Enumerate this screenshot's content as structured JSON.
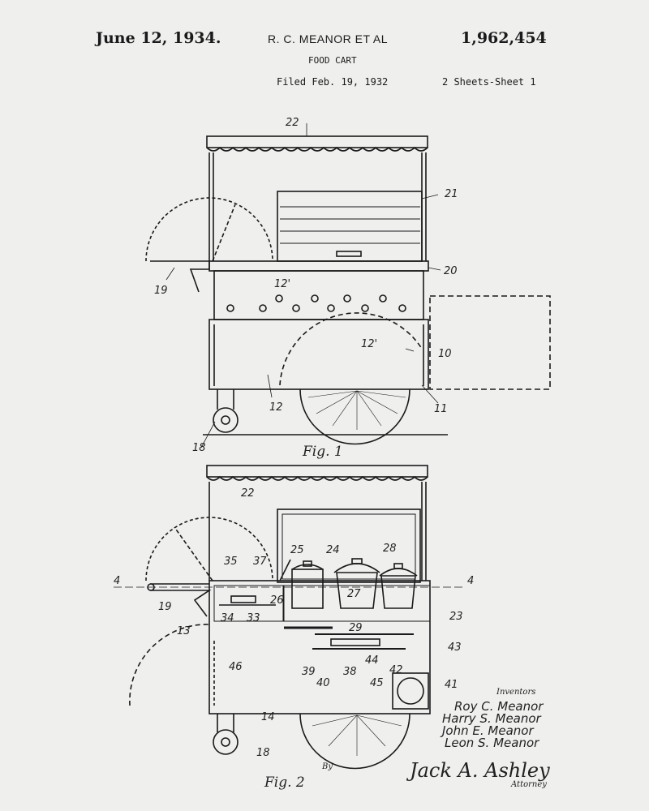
{
  "header": {
    "date": "June 12, 1934.",
    "patentee": "R. C. MEANOR ET AL",
    "patent_number": "1,962,454",
    "title": "FOOD CART",
    "filed": "Filed Feb. 19, 1932",
    "sheets": "2 Sheets-Sheet 1"
  },
  "fig1": {
    "caption": "Fig. 1",
    "labels": {
      "l22": "22",
      "l21": "21",
      "l20": "20",
      "l19": "19",
      "l12p_a": "12'",
      "l12p_b": "12'",
      "l10": "10",
      "l12": "12",
      "l11": "11",
      "l18": "18"
    }
  },
  "fig2": {
    "caption": "Fig. 2",
    "labels": {
      "l22": "22",
      "l25": "25",
      "l24": "24",
      "l28": "28",
      "l35": "35",
      "l37": "37",
      "l4a": "4",
      "l4b": "4",
      "l19": "19",
      "l26": "26",
      "l27": "27",
      "l34": "34",
      "l33": "33",
      "l29": "29",
      "l23": "23",
      "l13": "13",
      "l43": "43",
      "l39": "39",
      "l38": "38",
      "l40": "40",
      "l44": "44",
      "l42": "42",
      "l41": "41",
      "l46": "46",
      "l45": "45",
      "l14": "14",
      "l18": "18"
    }
  },
  "inventors": {
    "heading": "Inventors",
    "names": [
      "Roy C. Meanor",
      "Harry S. Meanor",
      "John E. Meanor",
      "Leon S. Meanor"
    ],
    "by": "By",
    "signature": "Jack A. Ashley",
    "attorney": "Attorney"
  }
}
